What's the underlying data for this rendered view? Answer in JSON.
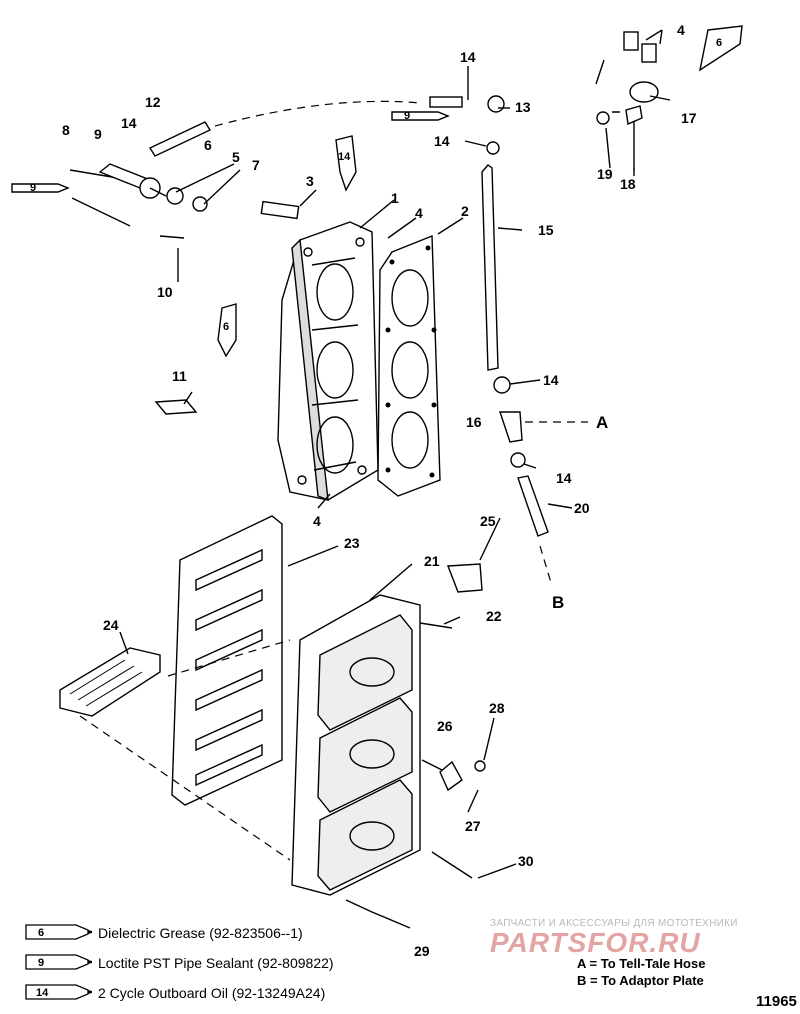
{
  "callouts": {
    "c1": "1",
    "c2": "2",
    "c3": "3",
    "c4a": "4",
    "c4b": "4",
    "c4c": "4",
    "c5": "5",
    "c6": "6",
    "c7": "7",
    "c8": "8",
    "c9": "9",
    "c10": "10",
    "c11": "11",
    "c12": "12",
    "c13": "13",
    "c14a": "14",
    "c14b": "14",
    "c14c": "14",
    "c14d": "14",
    "c14e": "14",
    "c15": "15",
    "c16": "16",
    "c17": "17",
    "c18": "18",
    "c19": "19",
    "c20": "20",
    "c21": "21",
    "c22": "22",
    "c23": "23",
    "c24": "24",
    "c25": "25",
    "c26": "26",
    "c27": "27",
    "c28": "28",
    "c29": "29",
    "c30": "30"
  },
  "letters": {
    "a": "A",
    "b": "B"
  },
  "tube_labels": {
    "t9_left": "9",
    "t14_mid": "14",
    "t6_mid": "6",
    "t9_top": "9",
    "t6_right": "6"
  },
  "legend": [
    {
      "num": "6",
      "text": "Dielectric Grease (92-823506--1)"
    },
    {
      "num": "9",
      "text": "Loctite PST Pipe Sealant (92-809822)"
    },
    {
      "num": "14",
      "text": "2 Cycle Outboard Oil (92-13249A24)"
    }
  ],
  "notes": {
    "a": "A = To Tell-Tale Hose",
    "b": "B = To Adaptor Plate"
  },
  "figure_number": "11965",
  "watermark": {
    "line1": "ЗАПЧАСТИ И АКСЕССУАРЫ ДЛЯ МОТОТЕХНИКИ",
    "logo": "PARTSFOR.RU"
  }
}
